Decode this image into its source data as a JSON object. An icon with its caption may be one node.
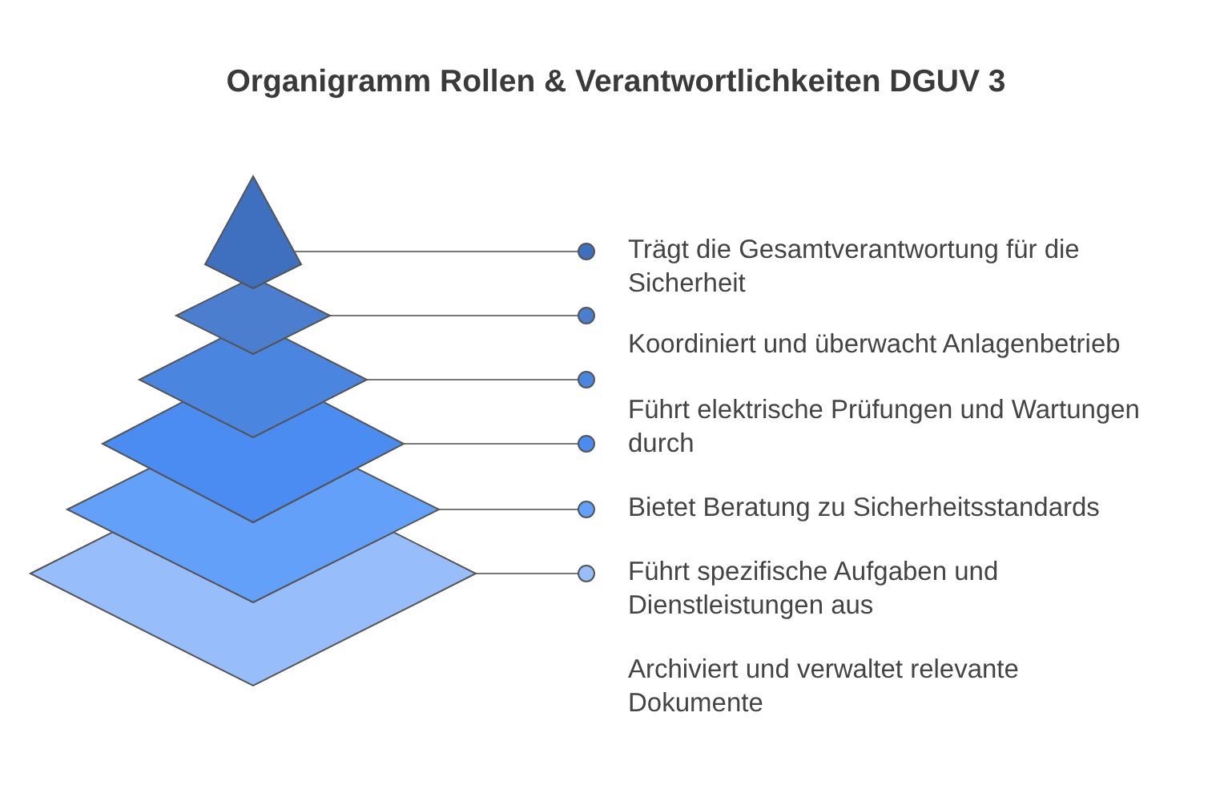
{
  "diagram": {
    "title": "Organigramm Rollen & Verantwortlichkeiten DGUV 3",
    "nodes": [
      {
        "text": [],
        "shape": "triangle"
      },
      {
        "text": [],
        "shape": "diamond"
      },
      {
        "text": [],
        "shape": "diamond"
      },
      {
        "text": [],
        "shape": "diamond"
      },
      {
        "text": [],
        "shape": "diamond"
      },
      {
        "text": [],
        "shape": "diamond"
      },
      {
        "text": [],
        "shape": "circle"
      },
      {
        "text": [],
        "shape": "circle"
      },
      {
        "text": [],
        "shape": "circle"
      },
      {
        "text": [],
        "shape": "circle"
      },
      {
        "text": [],
        "shape": "circle"
      },
      {
        "text": [],
        "shape": "circle"
      }
    ],
    "edges": [
      {
        "from": 0,
        "to": 6,
        "arrow": "none"
      },
      {
        "from": 1,
        "to": 7,
        "arrow": "none"
      },
      {
        "from": 2,
        "to": 8,
        "arrow": "none"
      },
      {
        "from": 3,
        "to": 9,
        "arrow": "none"
      },
      {
        "from": 4,
        "to": 10,
        "arrow": "none"
      },
      {
        "from": 5,
        "to": 11,
        "arrow": "none"
      }
    ],
    "labels": [
      "Trägt die Gesamtverantwortung für die Sicherheit",
      "Koordiniert und überwacht Anlagenbetrieb",
      "Führt elektrische Prüfungen und Wartungen durch",
      "Bietet Beratung zu Sicherheitsstandards",
      "Führt spezifische Aufgaben und Dienstleistungen aus",
      "Archiviert und verwaltet relevante Dokumente"
    ]
  }
}
